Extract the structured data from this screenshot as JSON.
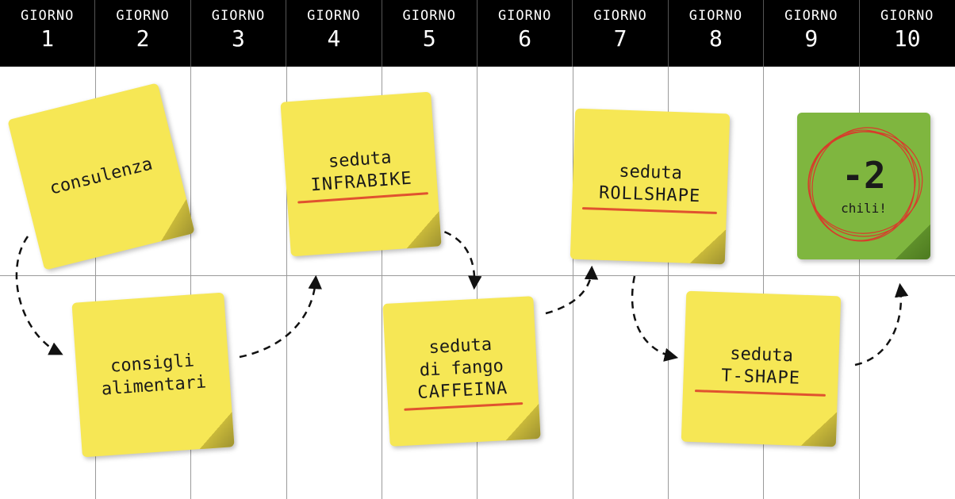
{
  "header": {
    "days": [
      {
        "label": "GIORNO",
        "number": "1"
      },
      {
        "label": "GIORNO",
        "number": "2"
      },
      {
        "label": "GIORNO",
        "number": "3"
      },
      {
        "label": "GIORNO",
        "number": "4"
      },
      {
        "label": "GIORNO",
        "number": "5"
      },
      {
        "label": "GIORNO",
        "number": "6"
      },
      {
        "label": "GIORNO",
        "number": "7"
      },
      {
        "label": "GIORNO",
        "number": "8"
      },
      {
        "label": "GIORNO",
        "number": "9"
      },
      {
        "label": "GIORNO",
        "number": "10"
      }
    ]
  },
  "notes": {
    "n1": {
      "text": "consulenza"
    },
    "n2": {
      "line1": "consigli",
      "line2": "alimentari"
    },
    "n3": {
      "line1": "seduta",
      "line2": "INFRABIKE"
    },
    "n4": {
      "line1": "seduta",
      "line2": "di fango",
      "line3": "CAFFEINA"
    },
    "n5": {
      "line1": "seduta",
      "line2": "ROLLSHAPE"
    },
    "n6": {
      "line1": "seduta",
      "line2": "T-SHAPE"
    },
    "result": {
      "value": "-2",
      "unit": "chili!"
    }
  },
  "colors": {
    "header_bg": "#000000",
    "note_yellow": "#f6e755",
    "note_green": "#7fb63f",
    "underline_red": "#e0522f",
    "circle_red": "#d93a2b"
  }
}
